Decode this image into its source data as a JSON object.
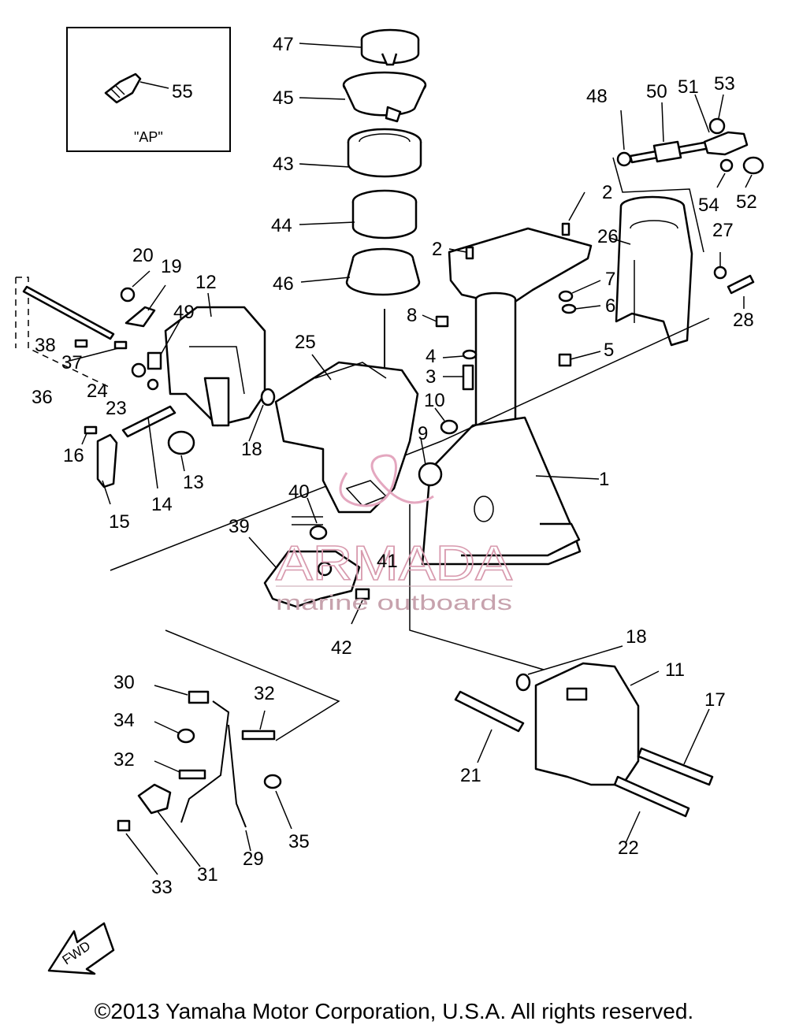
{
  "inset_label": "\"AP\"",
  "fwd_label": "FWD",
  "watermark": {
    "brand": "ARMADA",
    "tagline": "marine outboards",
    "color": "#d89aae"
  },
  "copyright": "©2013 Yamaha Motor Corporation, U.S.A. All rights reserved.",
  "callouts": {
    "p47": "47",
    "p45": "45",
    "p43": "43",
    "p44": "44",
    "p46": "46",
    "p55": "55",
    "p48": "48",
    "p50": "50",
    "p51": "51",
    "p53": "53",
    "p54": "54",
    "p52": "52",
    "p2a": "2",
    "p26": "26",
    "p27": "27",
    "p28": "28",
    "p2b": "2",
    "p7": "7",
    "p6": "6",
    "p8": "8",
    "p5": "5",
    "p4": "4",
    "p3": "3",
    "p10": "10",
    "p9": "9",
    "p1": "1",
    "p20": "20",
    "p19": "19",
    "p12": "12",
    "p49": "49",
    "p38": "38",
    "p37": "37",
    "p36": "36",
    "p24": "24",
    "p23": "23",
    "p25": "25",
    "p18a": "18",
    "p16": "16",
    "p14": "14",
    "p13": "13",
    "p15": "15",
    "p40": "40",
    "p39": "39",
    "p41": "41",
    "p42": "42",
    "p18b": "18",
    "p11": "11",
    "p17": "17",
    "p30": "30",
    "p32a": "32",
    "p34": "34",
    "p32b": "32",
    "p21": "21",
    "p22": "22",
    "p35": "35",
    "p29": "29",
    "p31": "31",
    "p33": "33"
  }
}
